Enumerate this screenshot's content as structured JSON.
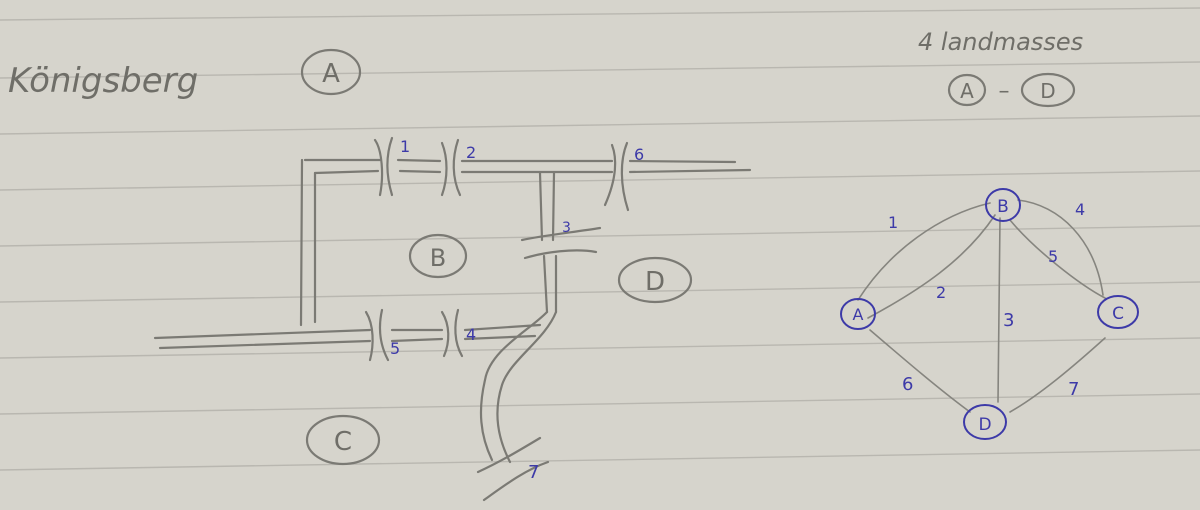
{
  "sketch": {
    "title": "Königsberg",
    "landmass_a": "A",
    "landmass_b": "B",
    "landmass_c": "C",
    "landmass_d": "D",
    "bridges": [
      "1",
      "2",
      "3",
      "4",
      "5",
      "6",
      "7"
    ]
  },
  "note": {
    "line1": "4 landmasses",
    "range_from": "A",
    "range_dash": "–",
    "range_to": "D"
  },
  "graph": {
    "nodes": [
      "A",
      "B",
      "C",
      "D"
    ],
    "edge_labels": [
      "1",
      "2",
      "3",
      "4",
      "5",
      "6",
      "7"
    ]
  },
  "colors": {
    "paper": "#d6d4cc",
    "pencil": "#7b7a74",
    "ink": "#3d3aa8"
  }
}
